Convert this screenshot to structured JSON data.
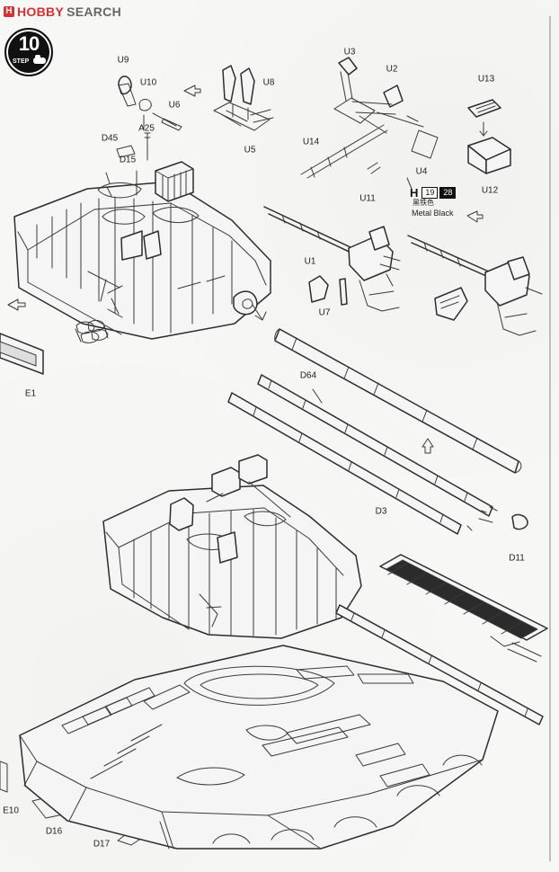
{
  "watermark": {
    "badge": "H",
    "brand": "HOBBY",
    "search": "SEARCH"
  },
  "step": {
    "number": "10",
    "word": "STEP"
  },
  "paint": {
    "letter": "H",
    "code1": "19",
    "code2": "28",
    "name_zh": "黑铁色",
    "name_en": "Metal Black"
  },
  "labels": {
    "U9": "U9",
    "U10": "U10",
    "U6": "U6",
    "A25": "A25",
    "D45": "D45",
    "D15": "D15",
    "U8": "U8",
    "U5": "U5",
    "U3": "U3",
    "U2": "U2",
    "U14": "U14",
    "U4": "U4",
    "U11": "U11",
    "U13": "U13",
    "U12": "U12",
    "U1": "U1",
    "U7": "U7",
    "E1": "E1",
    "D64": "D64",
    "D3": "D3",
    "D11": "D11",
    "E10": "E10",
    "D16": "D16",
    "D17": "D17"
  }
}
